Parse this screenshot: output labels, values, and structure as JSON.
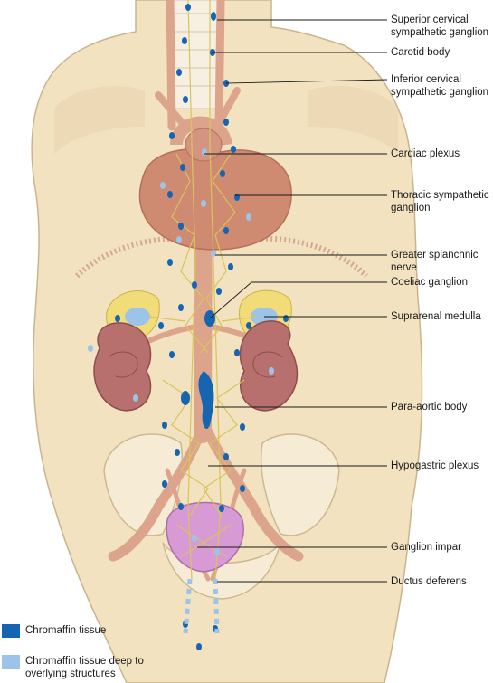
{
  "labels": [
    "Superior cervical sympathetic ganglion",
    "Carotid body",
    "Inferior cervical sympathetic ganglion",
    "Cardiac plexus",
    "Thoracic sympathetic ganglion",
    "Greater splanchnic nerve",
    "Coeliac ganglion",
    "Suprarenal medulla",
    "Para-aortic body",
    "Hypogastric plexus",
    "Ganglion impar",
    "Ductus deferens"
  ],
  "legend": [
    {
      "text": "Chromaffin tissue",
      "color": "#1565b3"
    },
    {
      "text": "Chromaffin tissue deep to overlying structures",
      "color": "#9cc4ea"
    }
  ],
  "colors": {
    "body": "#f2e2c0",
    "body_outline": "#c9b48e",
    "vessel": "#dda48c",
    "heart": "#cf8a72",
    "kidney": "#b8706e",
    "adrenal": "#f2dc78",
    "bladder": "#d79ad4",
    "nerve": "#d9c45a"
  }
}
